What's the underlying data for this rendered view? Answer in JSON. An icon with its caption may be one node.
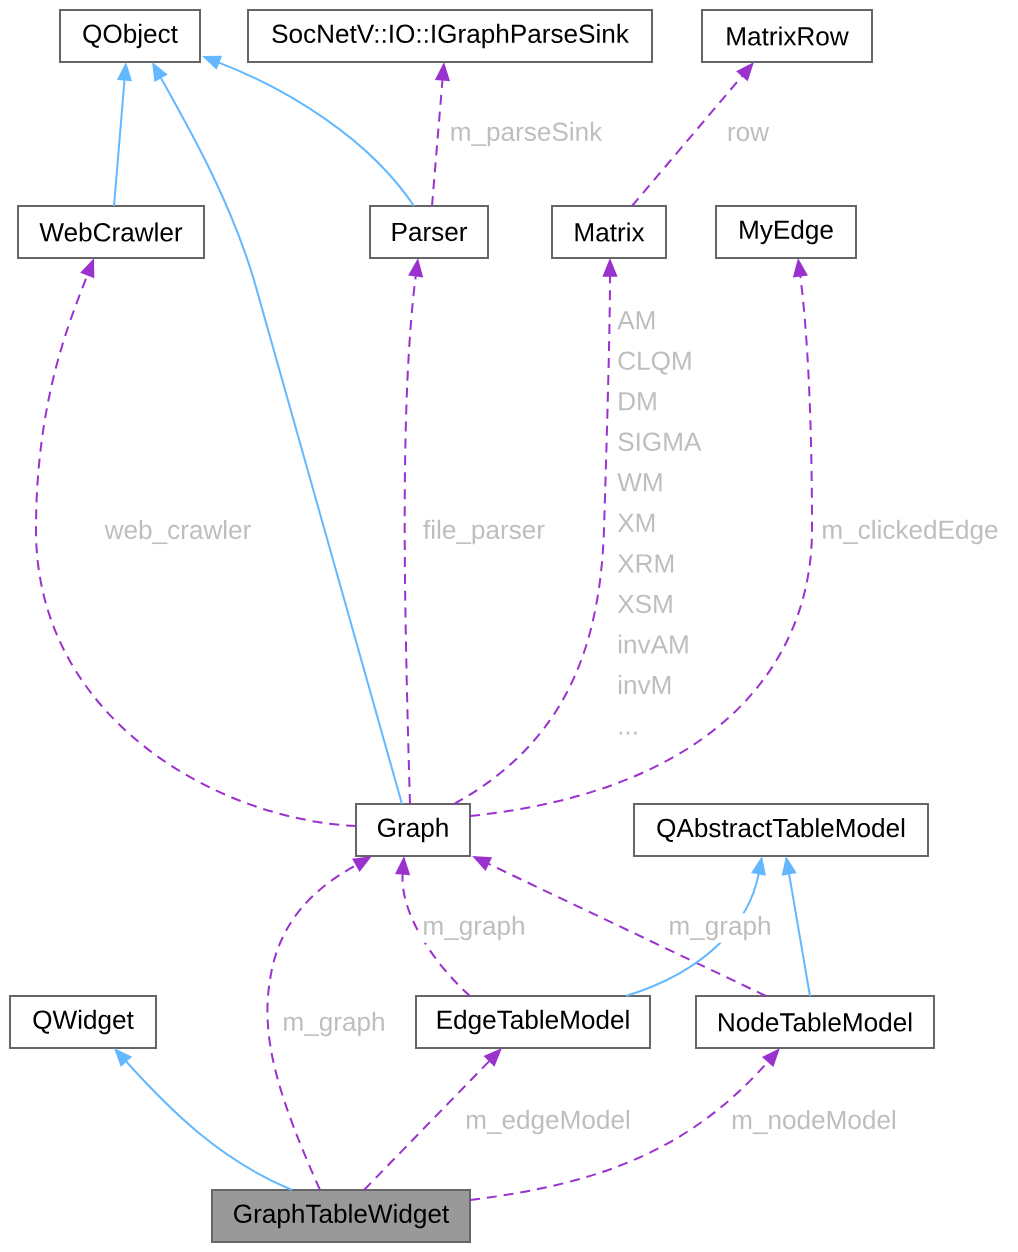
{
  "diagram": {
    "nodes": [
      {
        "text": [
          "QObject"
        ]
      },
      {
        "text": [
          "SocNetV::IO::IGraphParseSink"
        ]
      },
      {
        "text": [
          "MatrixRow"
        ]
      },
      {
        "text": [
          "WebCrawler"
        ]
      },
      {
        "text": [
          "Parser"
        ]
      },
      {
        "text": [
          "Matrix"
        ]
      },
      {
        "text": [
          "MyEdge"
        ]
      },
      {
        "text": [
          "Graph"
        ]
      },
      {
        "text": [
          "QAbstractTableModel"
        ]
      },
      {
        "text": [
          "QWidget"
        ]
      },
      {
        "text": [
          "EdgeTableModel"
        ]
      },
      {
        "text": [
          "NodeTableModel"
        ]
      },
      {
        "text": [
          "GraphTableWidget"
        ]
      }
    ],
    "edges": [
      {
        "from": 3,
        "to": 0,
        "arrow": "to",
        "color": "#63b8ff"
      },
      {
        "from": 7,
        "to": 0,
        "arrow": "to",
        "color": "#63b8ff"
      },
      {
        "from": 4,
        "to": 0,
        "arrow": "to",
        "color": "#63b8ff"
      },
      {
        "from": 4,
        "to": 1,
        "arrow": "to",
        "style": "dashed",
        "label": "m_parseSink"
      },
      {
        "from": 5,
        "to": 2,
        "arrow": "to",
        "style": "dashed",
        "label": "row"
      },
      {
        "from": 7,
        "to": 3,
        "arrow": "to",
        "style": "dashed",
        "label": "web_crawler"
      },
      {
        "from": 7,
        "to": 4,
        "arrow": "to",
        "style": "dashed",
        "label": "file_parser"
      },
      {
        "from": 7,
        "to": 5,
        "arrow": "to",
        "style": "dashed",
        "label": "AM CLQM DM SIGMA WM XM XRM XSM invAM invM ..."
      },
      {
        "from": 7,
        "to": 6,
        "arrow": "to",
        "style": "dashed",
        "label": "m_clickedEdge"
      },
      {
        "from": 12,
        "to": 7,
        "arrow": "to",
        "style": "dashed",
        "label": "m_graph"
      },
      {
        "from": 10,
        "to": 7,
        "arrow": "to",
        "style": "dashed",
        "label": "m_graph"
      },
      {
        "from": 11,
        "to": 7,
        "arrow": "to",
        "style": "dashed",
        "label": "m_graph"
      },
      {
        "from": 10,
        "to": 8,
        "arrow": "to",
        "color": "#63b8ff"
      },
      {
        "from": 11,
        "to": 8,
        "arrow": "to",
        "color": "#63b8ff"
      },
      {
        "from": 12,
        "to": 9,
        "arrow": "to",
        "color": "#63b8ff"
      },
      {
        "from": 12,
        "to": 10,
        "arrow": "to",
        "style": "dashed",
        "label": "m_edgeModel"
      },
      {
        "from": 12,
        "to": 11,
        "arrow": "to",
        "style": "dashed",
        "label": "m_nodeModel"
      }
    ]
  }
}
